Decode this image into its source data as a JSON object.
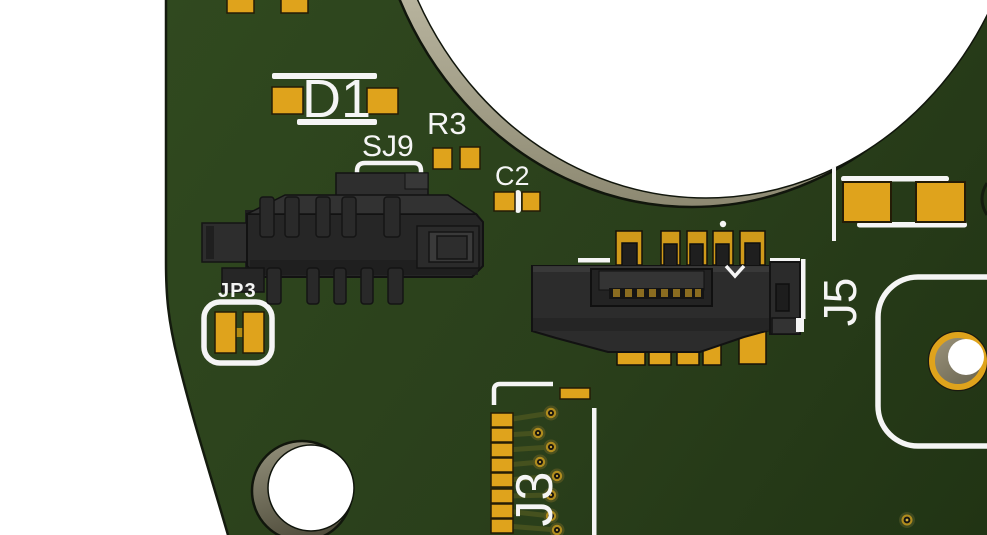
{
  "designators": {
    "d1": "D1",
    "sj9": "SJ9",
    "r3": "R3",
    "c2": "C2",
    "jp3": "JP3",
    "j5": "J5",
    "j3": "J3"
  },
  "colors": {
    "background": "#ffffff",
    "board_green": "#2b401c",
    "board_green_dark": "#223615",
    "pad_gold": "#dfa31c",
    "pad_outline": "#241c06",
    "silkscreen": "#f5f5f5",
    "component_dark": "#272727",
    "component_mid": "#333333",
    "component_light": "#3b3b3b",
    "hole_rim_light": "#b3af99",
    "hole_rim_dark": "#56533f",
    "hole_white": "#ffffff",
    "trace_olive": "#45511e",
    "via_gold": "#b08c1e"
  }
}
